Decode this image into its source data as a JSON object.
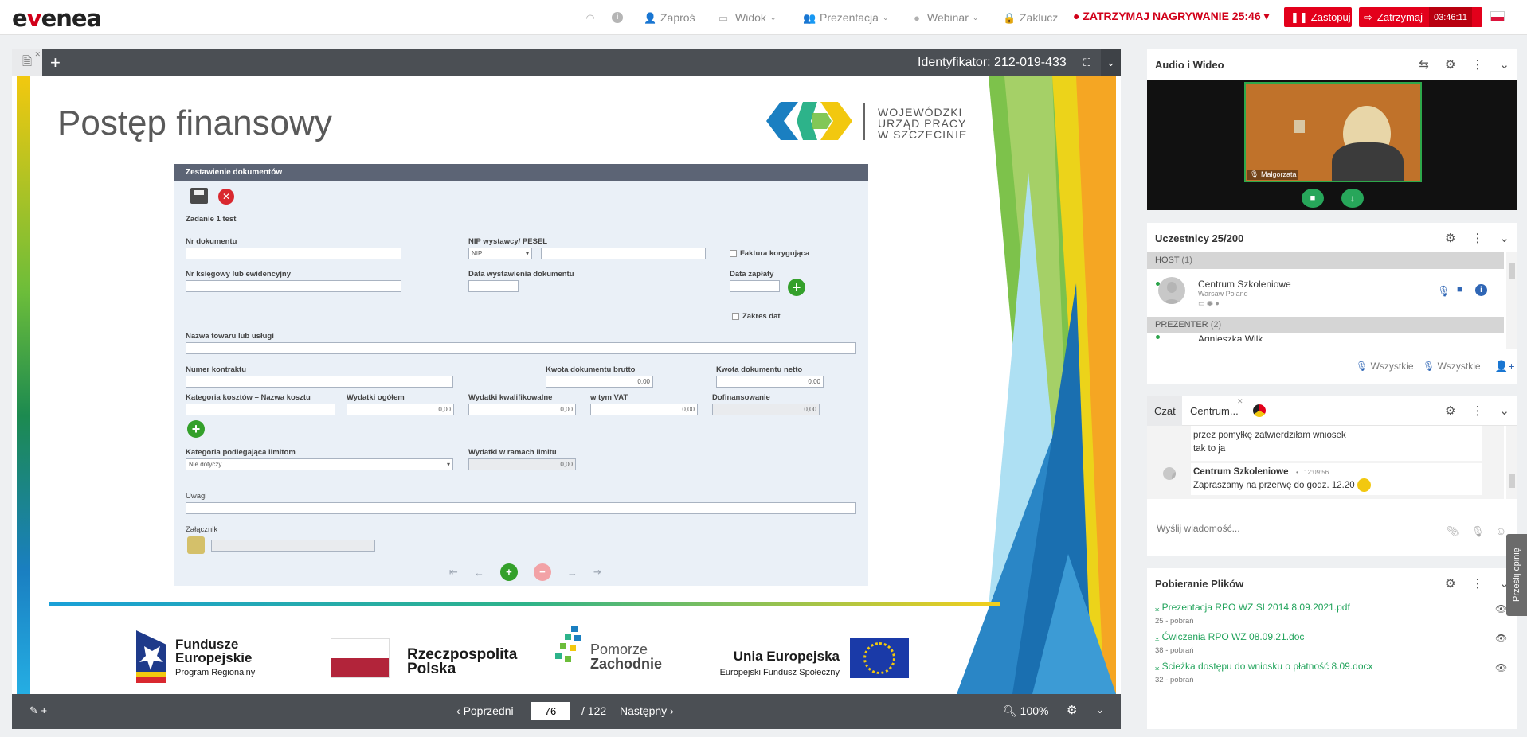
{
  "top": {
    "logo": "evenea",
    "nav": [
      {
        "label": "",
        "icon": "wifi-icon"
      },
      {
        "label": "",
        "icon": "info-icon"
      },
      {
        "label": "Zaproś",
        "icon": "add-user-icon"
      },
      {
        "label": "Widok",
        "icon": "layout-icon"
      },
      {
        "label": "Prezentacja",
        "icon": "presenter-icon"
      },
      {
        "label": "Webinar",
        "icon": "webinar-icon"
      },
      {
        "label": "Zaklucz",
        "icon": "lock-icon"
      }
    ],
    "recording": "ZATRZYMAJ NAGRYWANIE 25:46",
    "pause_label": "Zastopuj",
    "stop_label": "Zatrzymaj",
    "timer": "03:46:11",
    "accent": "#e3001b"
  },
  "presentation": {
    "identifier": "Identyfikator: 212-019-433",
    "prev_label": "Poprzedni",
    "next_label": "Następny",
    "page": "76",
    "total": "/ 122",
    "zoom": "100%",
    "slide": {
      "title": "Postęp finansowy",
      "org": [
        "WOJEWÓDZKI",
        "URZĄD PRACY",
        "W SZCZECINIE"
      ],
      "form": {
        "header": "Zestawienie dokumentów",
        "task": "Zadanie 1 test",
        "labels": {
          "nr_dok": "Nr dokumentu",
          "nip": "NIP wystawcy/ PESEL",
          "nip_select": "NIP",
          "faktura": "Faktura korygująca",
          "nr_ksieg": "Nr księgowy lub ewidencyjny",
          "data_wyst": "Data wystawienia dokumentu",
          "data_zap": "Data zapłaty",
          "zakres": "Zakres dat",
          "nazwa": "Nazwa towaru lub usługi",
          "kontrakt": "Numer kontraktu",
          "brutto": "Kwota dokumentu brutto",
          "netto": "Kwota dokumentu netto",
          "kategoria": "Kategoria kosztów – Nazwa kosztu",
          "wydatki": "Wydatki ogółem",
          "kwalif": "Wydatki kwalifikowalne",
          "vat": "w tym VAT",
          "dofin": "Dofinansowanie",
          "limit_kat": "Kategoria podlegająca limitom",
          "limit_select": "Nie dotyczy",
          "limit_wyd": "Wydatki w ramach limitu",
          "uwagi": "Uwagi",
          "zalacznik": "Załącznik",
          "zero": "0,00"
        }
      },
      "logos": {
        "fe1": "Fundusze",
        "fe2": "Europejskie",
        "fe3": "Program Regionalny",
        "rp1": "Rzeczpospolita",
        "rp2": "Polska",
        "pz1": "Pomorze",
        "pz2": "Zachodnie",
        "ue1": "Unia Europejska",
        "ue2": "Europejski Fundusz Społeczny"
      }
    }
  },
  "av": {
    "title": "Audio i Wideo",
    "speaker": "Małgorzata"
  },
  "participants": {
    "title": "Uczestnicy 25/200",
    "host_header": "HOST",
    "host_count": "(1)",
    "host_name": "Centrum Szkoleniowe",
    "host_loc": "Warsaw Poland",
    "presenter_header": "PREZENTER",
    "presenter_count": "(2)",
    "presenter_name": "Agnieszka Wilk",
    "all_audio": "Wszystkie",
    "all_video": "Wszystkie"
  },
  "chat": {
    "tab1": "Czat",
    "tab2": "Centrum...",
    "msg1a": "przez pomyłkę zatwierdziłam wniosek",
    "msg1b": "tak to ja",
    "msg2_author": "Centrum Szkoleniowe",
    "msg2_time": "12:09:56",
    "msg2_text": "Zapraszamy na przerwę do godz. 12.20",
    "placeholder": "Wyślij wiadomość..."
  },
  "files": {
    "title": "Pobieranie Plików",
    "items": [
      {
        "name": "Prezentacja RPO WZ SL2014 8.09.2021.pdf",
        "count": "25 - pobrań"
      },
      {
        "name": "Ćwiczenia RPO WZ 08.09.21.doc",
        "count": "38 - pobrań"
      },
      {
        "name": "Ścieżka dostępu do wniosku o płatność 8.09.docx",
        "count": "32 - pobrań"
      }
    ]
  },
  "feedback": "Prześlij opinię"
}
